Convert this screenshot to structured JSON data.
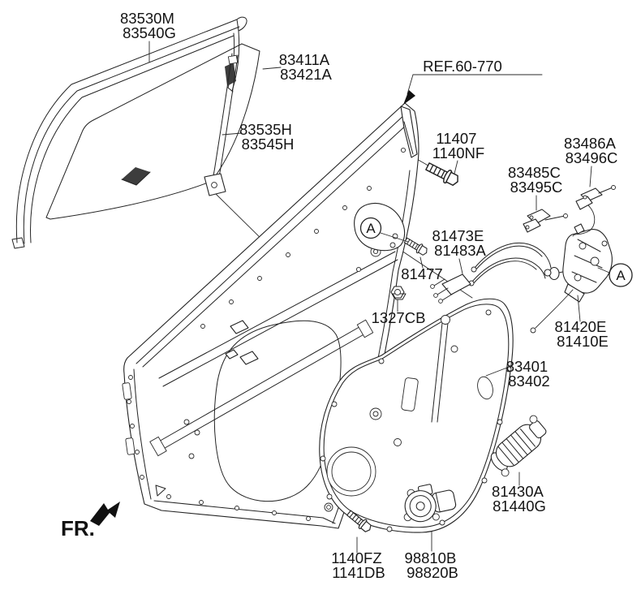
{
  "diagram": {
    "ref_label": "REF.60-770",
    "fr_label": "FR.",
    "detail_marker": "A",
    "parts": {
      "glass_run_strip": [
        "83530M",
        "83540G"
      ],
      "window_glass": [
        "83411A",
        "83421A"
      ],
      "rear_channel": [
        "83535H",
        "83545H"
      ],
      "frame_bolt": [
        "11407",
        "1140NF"
      ],
      "lock_actuator_left": [
        "83485C",
        "83495C"
      ],
      "lock_actuator_right": [
        "83486A",
        "83496C"
      ],
      "cable_connector": [
        "81473E",
        "81483A"
      ],
      "detail_bolt": [
        "81477"
      ],
      "nut": [
        "1327CB"
      ],
      "door_latch": [
        "81420E",
        "81410E"
      ],
      "module_panel": [
        "83401",
        "83402"
      ],
      "safety_actuator": [
        "81430A",
        "81440G"
      ],
      "panel_bolt": [
        "1140FZ",
        "1141DB"
      ],
      "window_motor": [
        "98810B",
        "98820B"
      ]
    }
  }
}
